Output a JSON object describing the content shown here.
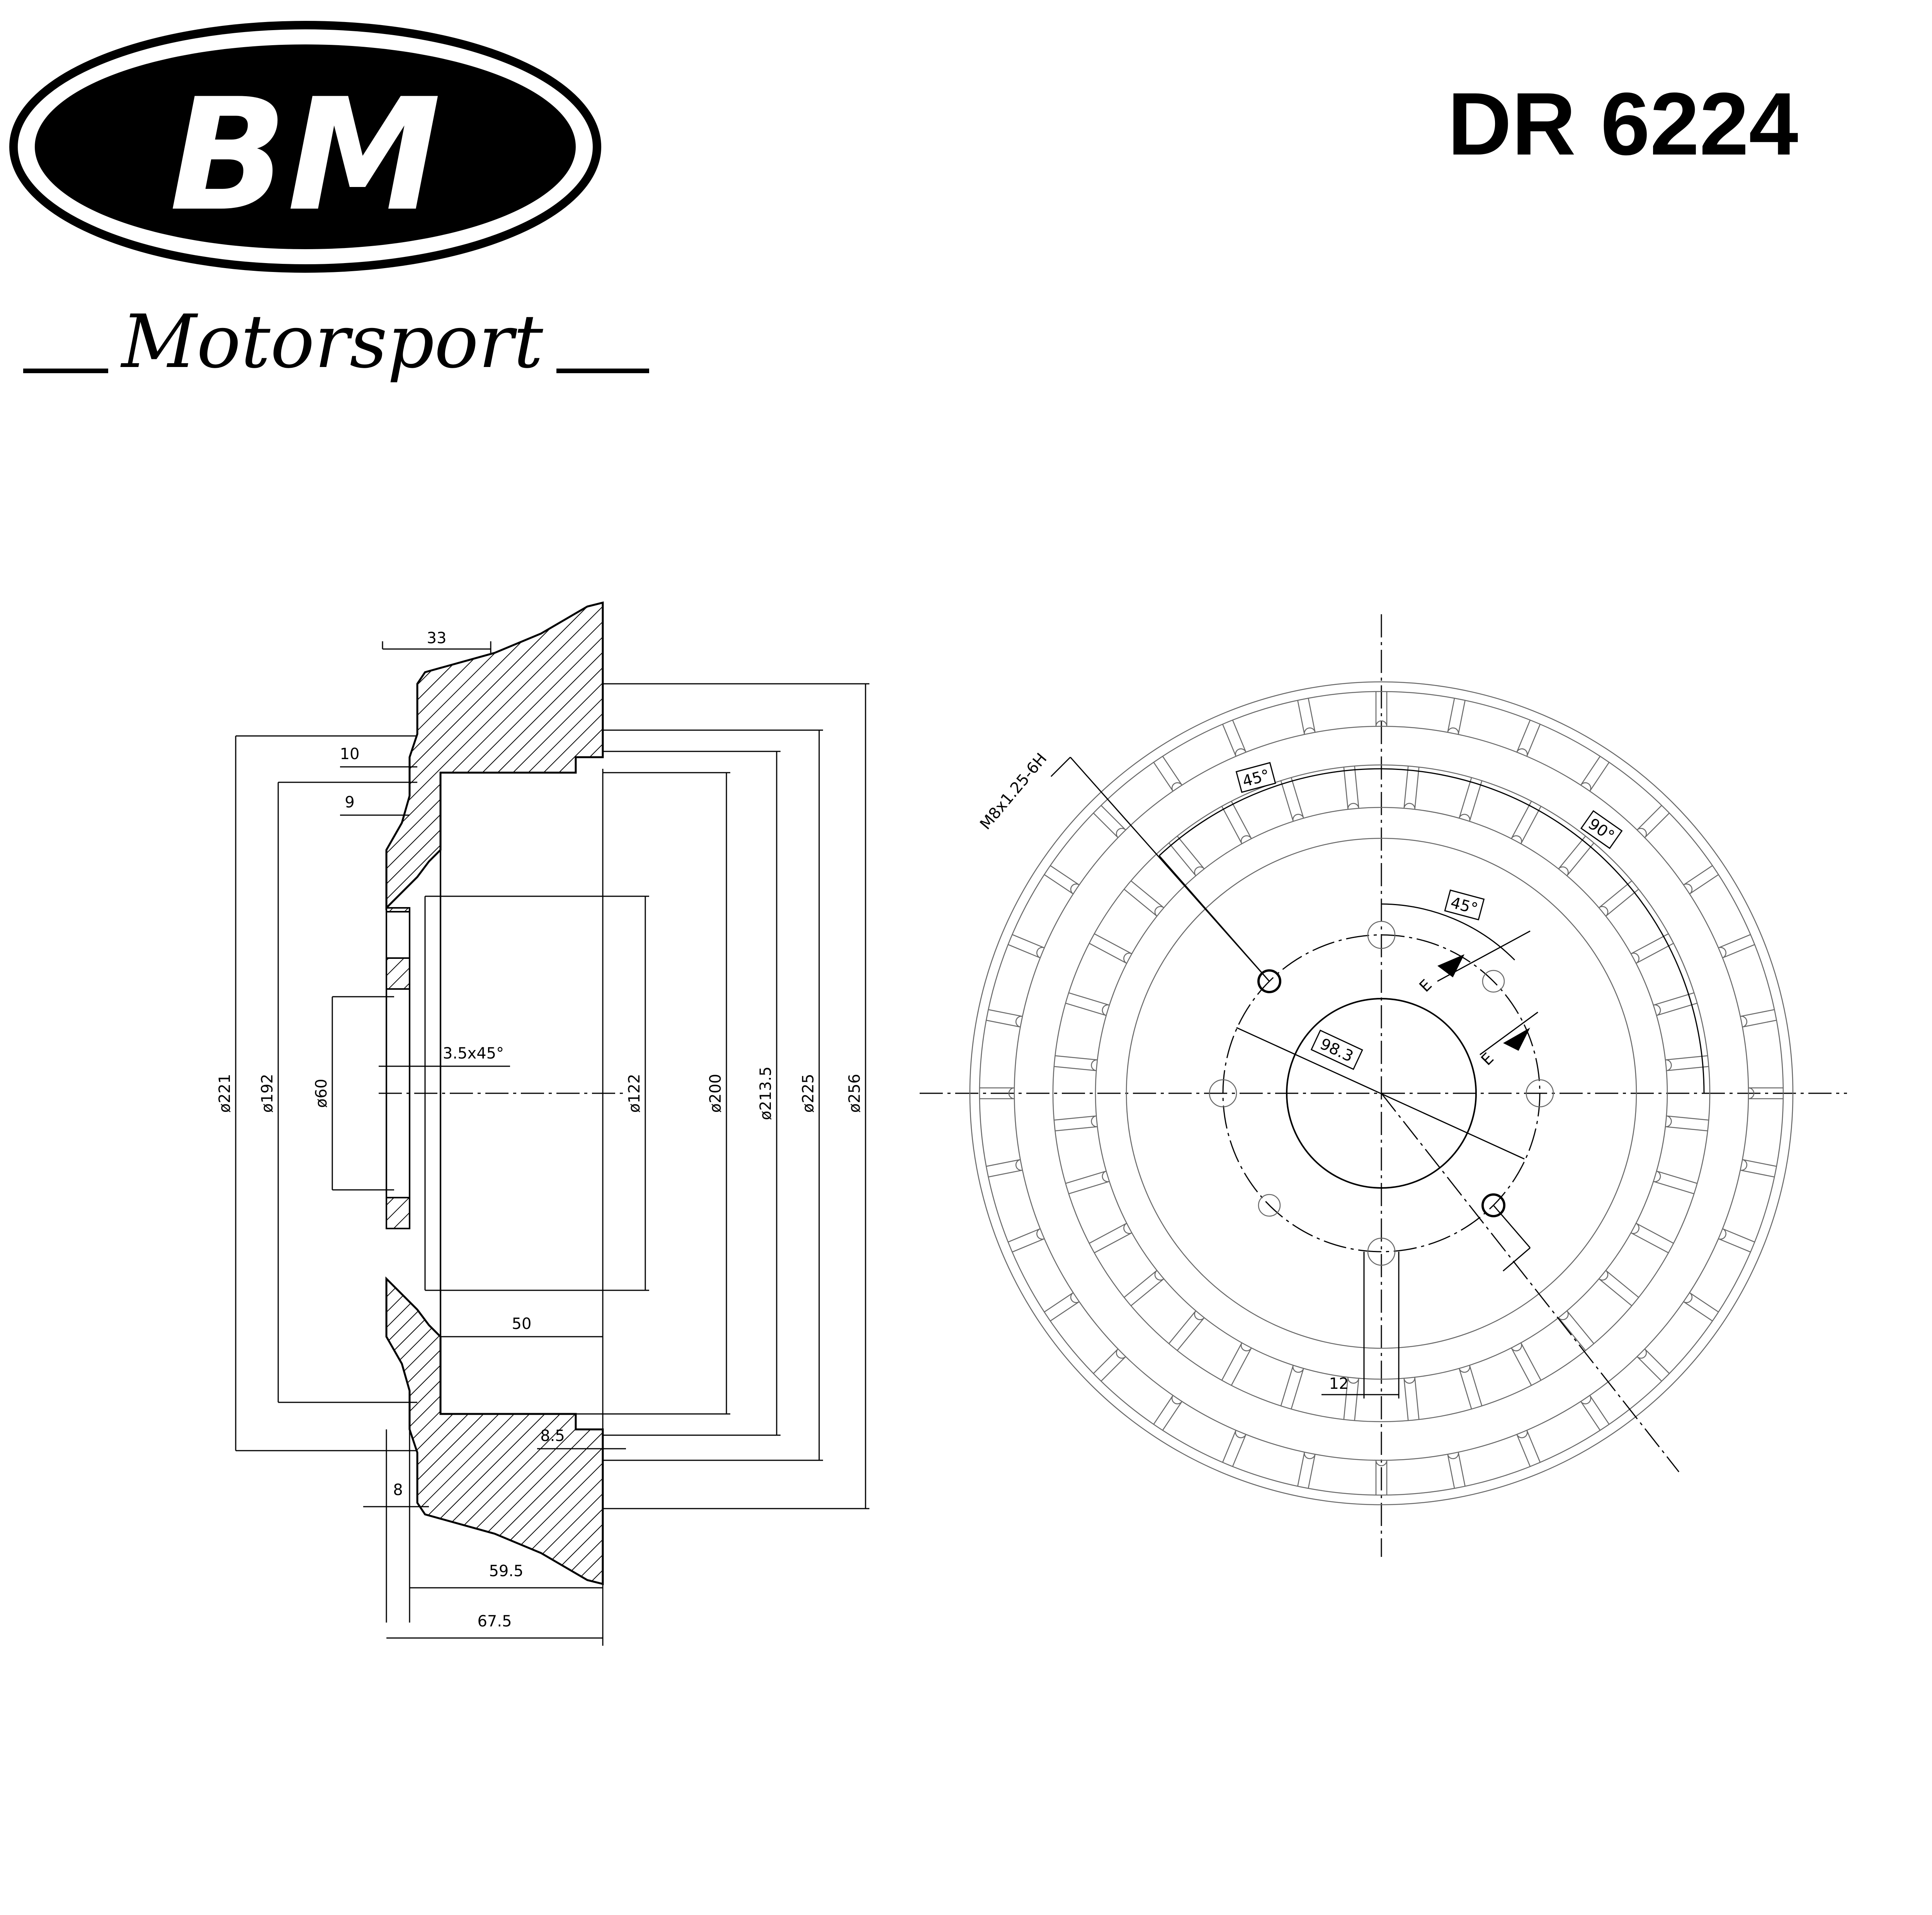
{
  "brand": {
    "logo_text": "BM",
    "subline": "Motorsport"
  },
  "part_number": "DR 6224",
  "dimensions": {
    "side_view": {
      "width_33": "33",
      "width_10": "10",
      "width_9": "9",
      "chamfer": "3.5x45°",
      "depth_50": "50",
      "depth_8_5": "8.5",
      "width_8": "8",
      "width_59_5": "59.5",
      "width_67_5": "67.5",
      "dia_221": "ø221",
      "dia_192": "ø192",
      "dia_60": "ø60",
      "dia_122": "ø122",
      "dia_200": "ø200",
      "dia_213_5": "ø213.5",
      "dia_225": "ø225",
      "dia_256": "ø256"
    },
    "front_view": {
      "thread": "M8x1.25-6H",
      "angle_45a": "45°",
      "angle_90": "90°",
      "angle_45b": "45°",
      "pcd": "98.3",
      "section_mark_1": "E",
      "section_mark_2": "E",
      "slot_width": "12"
    }
  },
  "colors": {
    "ink": "#000000",
    "paper": "#ffffff"
  }
}
